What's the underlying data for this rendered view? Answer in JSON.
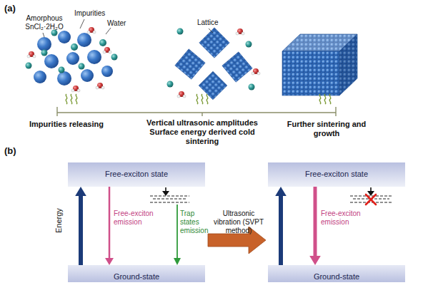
{
  "diagram": {
    "nodes": [
      {
        "text": [
          "Free-exciton state"
        ]
      },
      {
        "text": [
          "Ground-state"
        ]
      },
      {
        "text": [
          "Free-exciton state"
        ]
      },
      {
        "text": [
          "Ground-state"
        ]
      }
    ],
    "edges": [
      {
        "from": 1,
        "to": 0,
        "arrow": "to"
      },
      {
        "from": 0,
        "to": 1,
        "arrow": "to",
        "label": "Free-exciton emission"
      },
      {
        "from": 3,
        "to": 2,
        "arrow": "to"
      },
      {
        "from": 2,
        "to": 3,
        "arrow": "to",
        "label": "Free-exciton emission"
      }
    ],
    "labels": [
      "(a)",
      "Amorphous SnCl₂·2H₂O",
      "Impurities",
      "Water",
      "Lattice",
      "Impurities releasing",
      "Vertical ultrasonic amplitudes Surface energy derived cold sintering",
      "Further sintering and growth",
      "(b)",
      "Energy",
      "Trap states emission",
      "Ultrasonic vibration (SVPT method)"
    ]
  }
}
